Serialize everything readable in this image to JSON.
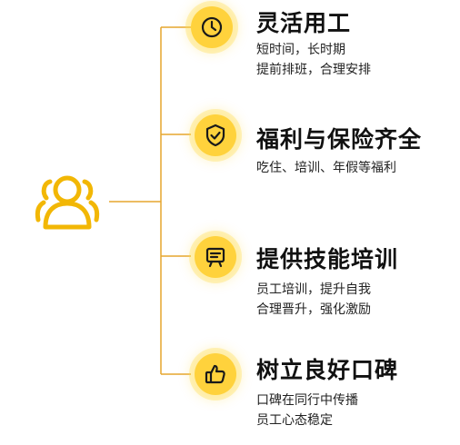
{
  "colors": {
    "accent": "#ffd23c",
    "line": "#e6a52e",
    "icon_stroke": "#f2b705",
    "text": "#111111"
  },
  "hub": {
    "icon": "people-icon"
  },
  "items": [
    {
      "icon": "clock-icon",
      "title": "灵活用工",
      "lines": [
        "短时间，长时期",
        "提前排班，合理安排"
      ]
    },
    {
      "icon": "shield-check-icon",
      "title": "福利与保险齐全",
      "lines": [
        "吃住、培训、年假等福利"
      ]
    },
    {
      "icon": "presentation-icon",
      "title": "提供技能培训",
      "lines": [
        "员工培训，提升自我",
        "合理晋升，强化激励"
      ]
    },
    {
      "icon": "thumbs-up-icon",
      "title": "树立良好口碑",
      "lines": [
        "口碑在同行中传播",
        "员工心态稳定"
      ]
    }
  ]
}
